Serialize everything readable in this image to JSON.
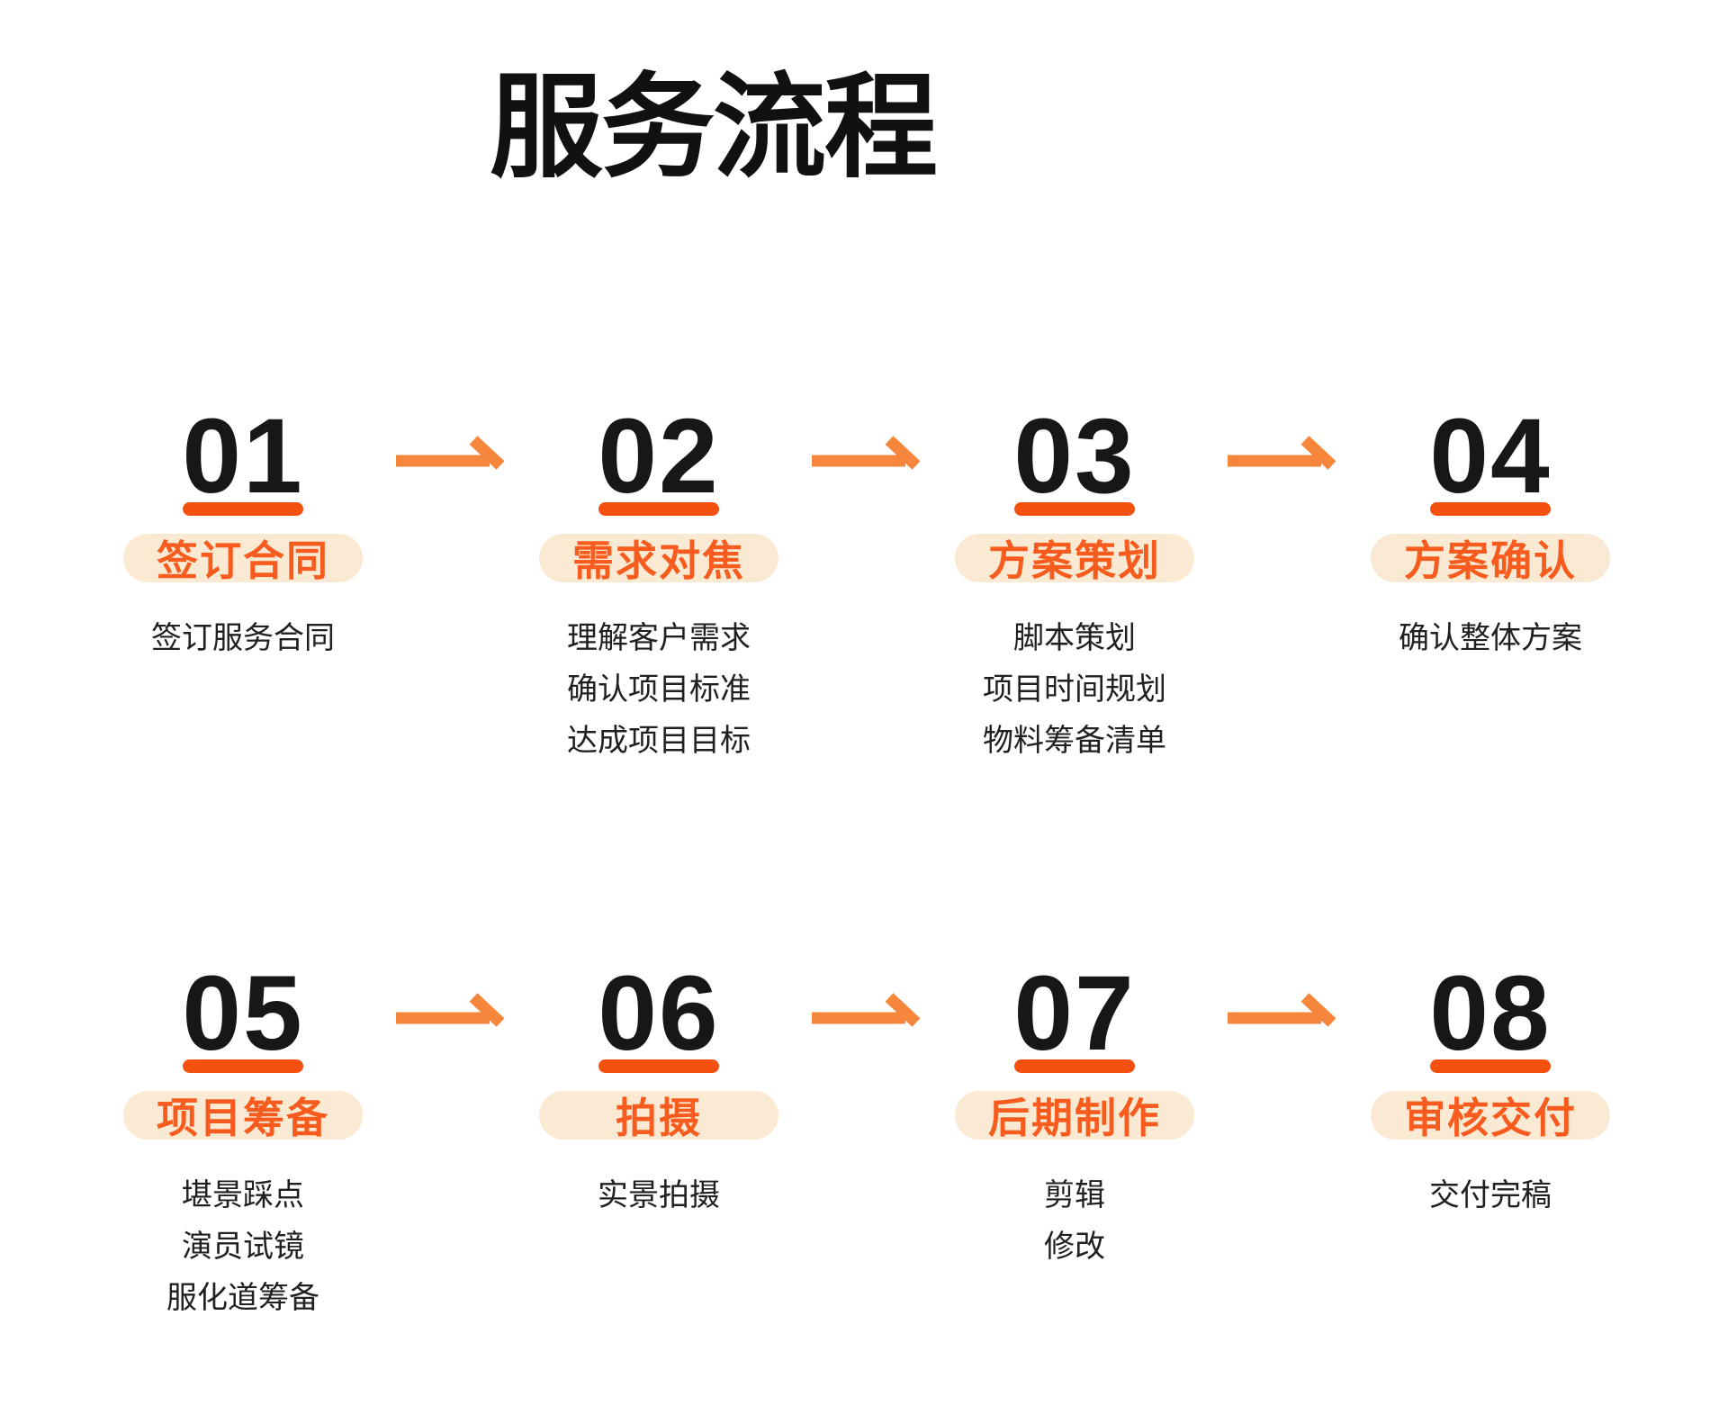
{
  "page": {
    "title": "服务流程",
    "background": "#FFFFFF"
  },
  "colors": {
    "title_text": "#111111",
    "step_number": "#171717",
    "number_underline": "#F4500F",
    "step_title_text": "#F75C1E",
    "step_title_pill_bg": "#FBEAD3",
    "arrow": "#F6863C",
    "detail_text": "#202020"
  },
  "icons": {
    "arrow": "arrow-right-icon"
  },
  "steps": [
    {
      "number": "01",
      "title": "签订合同",
      "details": [
        "签订服务合同"
      ]
    },
    {
      "number": "02",
      "title": "需求对焦",
      "details": [
        "理解客户需求",
        "确认项目标准",
        "达成项目目标"
      ]
    },
    {
      "number": "03",
      "title": "方案策划",
      "details": [
        "脚本策划",
        "项目时间规划",
        "物料筹备清单"
      ]
    },
    {
      "number": "04",
      "title": "方案确认",
      "details": [
        "确认整体方案"
      ]
    },
    {
      "number": "05",
      "title": "项目筹备",
      "details": [
        "堪景踩点",
        "演员试镜",
        "服化道筹备"
      ]
    },
    {
      "number": "06",
      "title": "拍摄",
      "details": [
        "实景拍摄"
      ]
    },
    {
      "number": "07",
      "title": "后期制作",
      "details": [
        "剪辑",
        "修改"
      ]
    },
    {
      "number": "08",
      "title": "审核交付",
      "details": [
        "交付完稿"
      ]
    }
  ],
  "layout": {
    "rows": [
      [
        "01",
        "02",
        "03",
        "04"
      ],
      [
        "05",
        "06",
        "07",
        "08"
      ]
    ],
    "arrows_between_steps": true
  }
}
